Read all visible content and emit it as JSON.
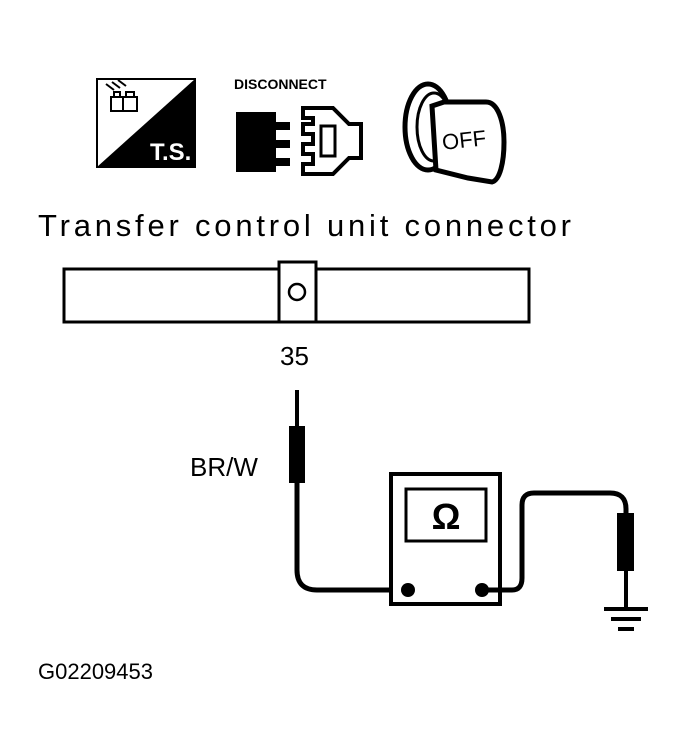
{
  "icons": {
    "ts_label": "T.S.",
    "disconnect_label": "DISCONNECT",
    "ignition_label": "OFF"
  },
  "connector": {
    "title": "Transfer control unit connector",
    "terminal": "35"
  },
  "wire": {
    "color_code": "BR/W"
  },
  "meter": {
    "symbol": "Ω"
  },
  "figure_code": "G02209453"
}
